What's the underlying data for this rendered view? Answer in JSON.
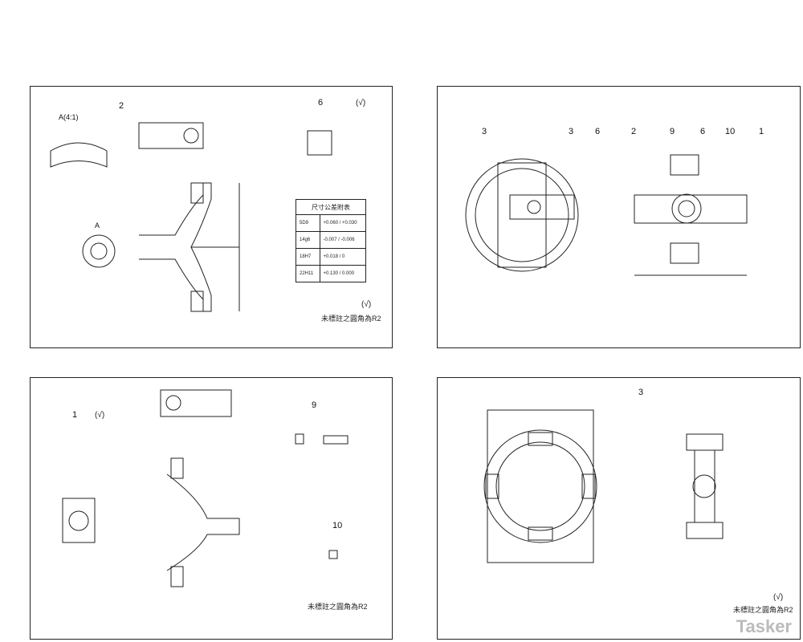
{
  "sheets": {
    "part2": {
      "part_number": "2",
      "detail_view": "A(4:1)",
      "section_marker": "A",
      "part6_number": "6",
      "part6_roughness": "(√)",
      "tolerance_table": {
        "title": "尺寸公差附表",
        "rows": [
          {
            "size": "5D9",
            "tol": "+0.060 / +0.030"
          },
          {
            "size": "14g6",
            "tol": "-0.007 / -0.006"
          },
          {
            "size": "18H7",
            "tol": "+0.018 / 0"
          },
          {
            "size": "22H11",
            "tol": "+0.130 / 0.000"
          }
        ]
      },
      "roughness": "(√)",
      "note": "未標註之圓角為R2"
    },
    "assembly": {
      "balloons_left": [
        "3",
        "3",
        "6"
      ],
      "balloons_right": [
        "2",
        "9",
        "6",
        "10",
        "1"
      ]
    },
    "part1": {
      "part_number": "1",
      "roughness": "(√)",
      "part9_number": "9",
      "part10_number": "10",
      "note": "未標註之圓角為R2"
    },
    "part3": {
      "part_number": "3",
      "roughness": "(√)",
      "note": "未標註之圓角為R2"
    }
  },
  "watermark": "Tasker"
}
